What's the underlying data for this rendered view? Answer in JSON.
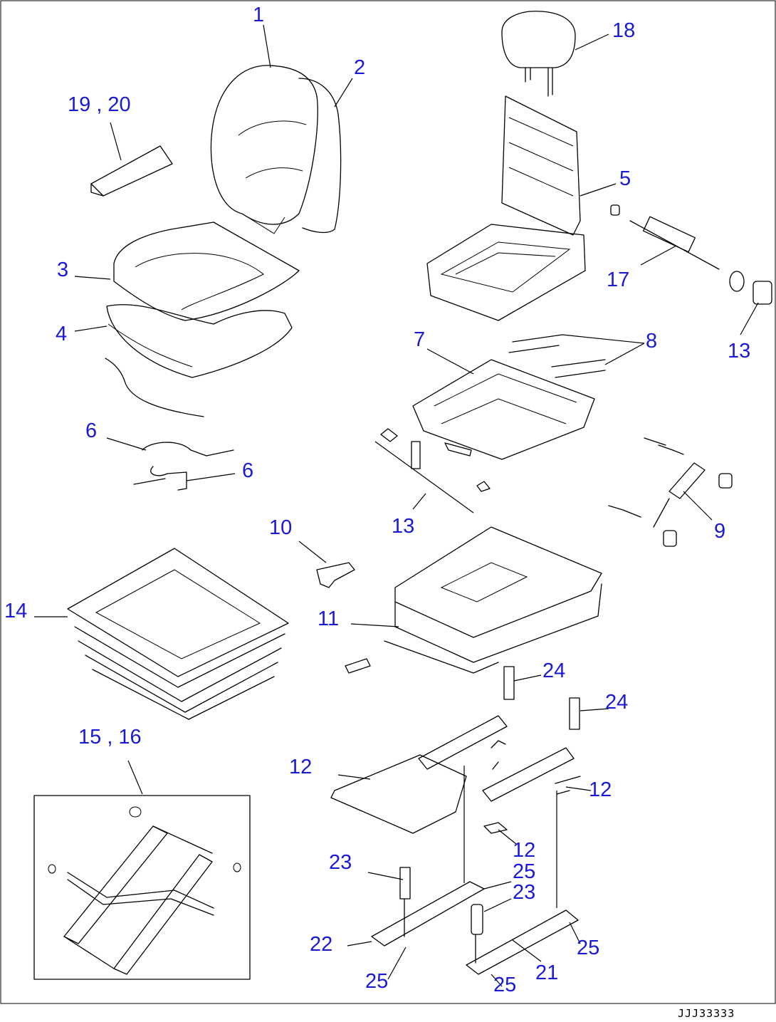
{
  "callouts": {
    "c1": "1",
    "c2": "2",
    "c3": "3",
    "c4": "4",
    "c5": "5",
    "c6a": "6",
    "c6b": "6",
    "c7": "7",
    "c8": "8",
    "c9": "9",
    "c10": "10",
    "c11": "11",
    "c12a": "12",
    "c12b": "12",
    "c12c": "12",
    "c13a": "13",
    "c13b": "13",
    "c14": "14",
    "c15_16": "15 , 16",
    "c17": "17",
    "c18": "18",
    "c19_20": "19 , 20",
    "c21": "21",
    "c22": "22",
    "c23a": "23",
    "c23b": "23",
    "c24a": "24",
    "c24b": "24",
    "c25a": "25",
    "c25b": "25",
    "c25c": "25",
    "c25d": "25"
  },
  "drawing_code": "JJJ33333",
  "colors": {
    "callout": "#1a1ad6",
    "lines": "#000000",
    "background": "#ffffff"
  }
}
